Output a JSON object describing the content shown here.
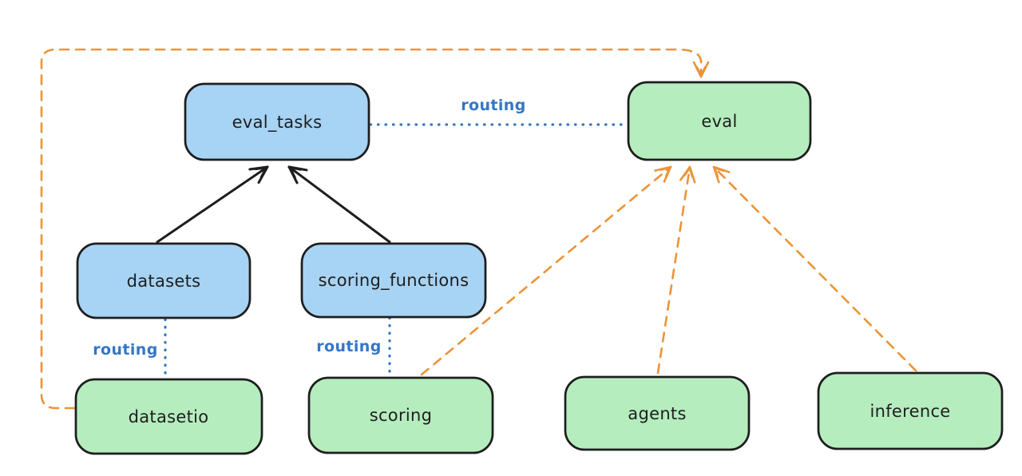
{
  "diagram": {
    "background": "#ffffff",
    "colors": {
      "box_blue_fill": "#a7d3f4",
      "box_green_fill": "#b5edbe",
      "box_stroke": "#1e1e1e",
      "orange_dashed_line": "#eb9437",
      "blue_dotted_line": "#3576c4",
      "label_text": "#1e1e1e"
    },
    "nodes": [
      {
        "id": "eval_tasks",
        "label": "eval_tasks",
        "color": "blue"
      },
      {
        "id": "eval",
        "label": "eval",
        "color": "green"
      },
      {
        "id": "datasets",
        "label": "datasets",
        "color": "blue"
      },
      {
        "id": "scoring_functions",
        "label": "scoring_functions",
        "color": "blue"
      },
      {
        "id": "datasetio",
        "label": "datasetio",
        "color": "green"
      },
      {
        "id": "scoring",
        "label": "scoring",
        "color": "green"
      },
      {
        "id": "agents",
        "label": "agents",
        "color": "green"
      },
      {
        "id": "inference",
        "label": "inference",
        "color": "green"
      }
    ],
    "edges": [
      {
        "from": "datasets",
        "to": "eval_tasks",
        "style": "solid-arrow",
        "color": "black",
        "label": ""
      },
      {
        "from": "scoring_functions",
        "to": "eval_tasks",
        "style": "solid-arrow",
        "color": "black",
        "label": ""
      },
      {
        "from": "eval_tasks",
        "to": "eval",
        "style": "dotted-line",
        "color": "blue",
        "label": "routing"
      },
      {
        "from": "datasets",
        "to": "datasetio",
        "style": "dotted-line",
        "color": "blue",
        "label": "routing"
      },
      {
        "from": "scoring_functions",
        "to": "scoring",
        "style": "dotted-line",
        "color": "blue",
        "label": "routing"
      },
      {
        "from": "datasetio",
        "to": "eval",
        "style": "dashed-arrow",
        "color": "orange",
        "label": "",
        "route": "left-and-over-top"
      },
      {
        "from": "scoring",
        "to": "eval",
        "style": "dashed-arrow",
        "color": "orange",
        "label": ""
      },
      {
        "from": "agents",
        "to": "eval",
        "style": "dashed-arrow",
        "color": "orange",
        "label": ""
      },
      {
        "from": "inference",
        "to": "eval",
        "style": "dashed-arrow",
        "color": "orange",
        "label": ""
      }
    ]
  }
}
